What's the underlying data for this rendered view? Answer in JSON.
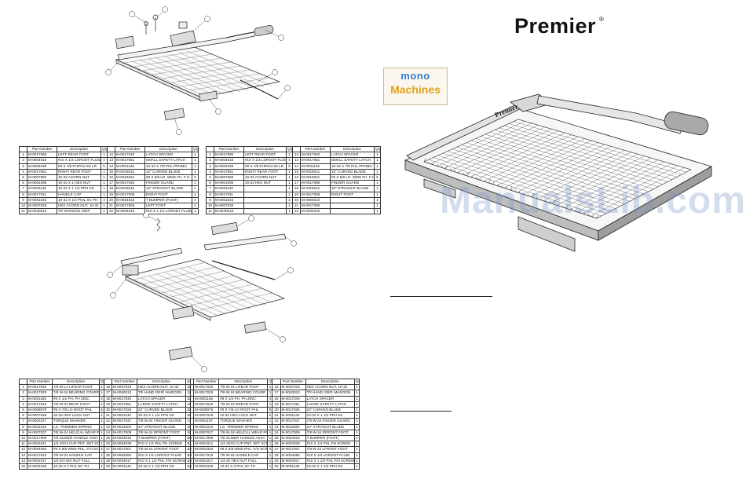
{
  "brand": {
    "name": "Premier",
    "mark": "®"
  },
  "badge": {
    "top": "mono",
    "bottom": "Machines"
  },
  "watermark": "ManualsLib.com",
  "trimmer_label": "Premier",
  "parts_table_1": {
    "headers": [
      "Part Number",
      "Description",
      "Qty"
    ],
    "col1": [
      [
        "1",
        "M-0017060",
        "LEFT REAR FOOT",
        "1"
      ],
      [
        "2",
        "M-0004015",
        "#10 X 1/4 LOROOT FLUID",
        "4"
      ],
      [
        "3",
        "M-0004039",
        "#8 X 7/8 PHPAN HD LR",
        "5"
      ],
      [
        "4",
        "M-0017651",
        "RIGHT REAR FOOT",
        "1"
      ],
      [
        "5",
        "M-0007650",
        "10-32 ACORN NUT",
        "1"
      ],
      [
        "6",
        "M-0001095",
        "10-32 X 1 HEX NUT",
        "1"
      ],
      [
        "7",
        "M-0001145",
        "10-32 X 1 1/2 PPH SS",
        "1"
      ],
      [
        "8",
        "M-0017011",
        "HANDLE CAP",
        "1"
      ],
      [
        "9",
        "M-0001023",
        "10-32 X 1/2 PHIL SC PH",
        "3"
      ],
      [
        "10",
        "M-0007033",
        "HEX ACORN NUT, 10-32",
        "1"
      ],
      [
        "11",
        "M-0040013",
        "TR MAROON GRIP",
        "1"
      ]
    ],
    "col2": [
      [
        "12",
        "M-0017040",
        "LATCH SPACER",
        "1"
      ],
      [
        "13",
        "M-0017051",
        "SMALL SAFETY LATCH",
        "1"
      ],
      [
        "14",
        "M-0001145",
        "10-32 X 7/8 PHL PPHMG",
        "1"
      ],
      [
        "15",
        "M-0016012",
        "12\" CURVED BLADE",
        "1"
      ],
      [
        "16",
        "M-0016021",
        "#8 X 5/8 LR. WMS FH. F.H.",
        "5"
      ],
      [
        "17",
        "M-0017040",
        "FINGER GUARD",
        "1"
      ],
      [
        "18",
        "M-0016012",
        "12\" STRAIGHT BLADE",
        "1"
      ],
      [
        "19",
        "M-0017008",
        "RIGHT FOOT",
        "1"
      ],
      [
        "20",
        "M-0004010",
        "T BUMPER (FOOT)",
        "4"
      ],
      [
        "21",
        "M-0017005",
        "LEFT FOOT",
        "1"
      ],
      [
        "22",
        "M-0004016",
        "#10 X 1 1/2 LORODT FLUID",
        "1"
      ]
    ]
  },
  "parts_table_2": {
    "headers": [
      "Part Number",
      "Description",
      "Qty"
    ],
    "col1": [
      [
        "1",
        "M-0017060",
        "LEFT REAR FOOT",
        "1"
      ],
      [
        "2",
        "M-0004015",
        "#10 X 1/4 LOROOT FLUID",
        "4"
      ],
      [
        "3",
        "M-0004039",
        "#8 X 7/8 PHPAN HD LR",
        "5"
      ],
      [
        "4",
        "M-0017651",
        "RIGHT REAR FOOT",
        "1"
      ],
      [
        "5",
        "M-0007650",
        "10-32 ACORN NUT",
        "1"
      ],
      [
        "6",
        "M-0001095",
        "10-32 HEX NUT",
        "1"
      ],
      [
        "7",
        "M-0001145",
        "",
        "1"
      ],
      [
        "8",
        "M-0017011",
        "",
        "1"
      ],
      [
        "9",
        "M-0001023",
        "",
        "3"
      ],
      [
        "10",
        "M-0007033",
        "",
        "1"
      ],
      [
        "11",
        "M-0040013",
        "",
        "1"
      ]
    ],
    "col2": [
      [
        "12",
        "M-0017040",
        "LATCH SPACER",
        "1"
      ],
      [
        "13",
        "M-0017051",
        "SMALL SAFETY LATCH",
        "1"
      ],
      [
        "14",
        "M-0001145",
        "10-32 X 7/8 PHL PPHMG",
        "1"
      ],
      [
        "15",
        "M-0016012",
        "15\" CURVED BLADE",
        "1"
      ],
      [
        "16",
        "M-0016021",
        "#8 X 5/8 LR. WMS FH. F.H.",
        "5"
      ],
      [
        "17",
        "M-0017098",
        "FINGER GUARD",
        "1"
      ],
      [
        "18",
        "M-0016012",
        "15\" STRAIGHT BLADE",
        "1"
      ],
      [
        "19",
        "M-0017008",
        "RIGHT FOOT",
        "1"
      ],
      [
        "20",
        "M-0004010",
        "",
        "4"
      ],
      [
        "21",
        "M-0017005",
        "",
        "1"
      ],
      [
        "22",
        "M-0004016",
        "",
        "1"
      ]
    ]
  },
  "parts_table_3": {
    "headers": [
      "Part Number",
      "Description",
      "Qty"
    ],
    "col1": [
      [
        "1",
        "M-0017040",
        "7/8 W-LA LIFEAR FOOT",
        "1"
      ],
      [
        "2",
        "M-0017025",
        "7/8 W-24 BEARING COVER",
        "1"
      ],
      [
        "3",
        "M-0001155",
        "#8 X 1/2 PH. PH ZINC",
        "4"
      ],
      [
        "4",
        "M-0017619",
        "7/8 W-24 REAR FOOT",
        "1"
      ],
      [
        "5",
        "M-0008076",
        "#8 X 7/8 LO ROOT PHL",
        "5"
      ],
      [
        "6",
        "M-0007026",
        "10-32 HEX LOCK NUT",
        "1"
      ],
      [
        "7",
        "M-0001107",
        "TORQUE WASHER",
        "1"
      ],
      [
        "8",
        "M-0001010",
        "LG. TRIMMER SPRING",
        "1"
      ],
      [
        "9",
        "M-0007027",
        "7/8 W-24 HELICAL WEAR PAD",
        "1"
      ],
      [
        "10",
        "M-0017006",
        "7/8 SLIDER HANDLE ASSY",
        "1"
      ],
      [
        "11",
        "M-0001041",
        "1/4-20X3 CUP PNT. SET SCREW",
        "1"
      ],
      [
        "12",
        "M-0004063",
        "#8 X 5/8 WMS PHL. F/H SCREW",
        "4"
      ],
      [
        "13",
        "M-0017015",
        "7/8 W-24 HANDLE CAP",
        "1"
      ],
      [
        "14",
        "M-0001017",
        "1/4-20 HEX NUT FULL",
        "1"
      ],
      [
        "15",
        "M-0001026",
        "10-32 X 3 PHL SC TH",
        "1"
      ]
    ],
    "col2": [
      [
        "16",
        "M-0007033",
        "HEX ACORN NUT, 10-32",
        "1"
      ],
      [
        "17",
        "M-0040013",
        "TR HAND GRIP, MAROON",
        "1"
      ],
      [
        "18",
        "M-0017040",
        "LATCH SPACER",
        "1"
      ],
      [
        "19",
        "M-0017051",
        "LARGE SAFETY LATCH",
        "1"
      ],
      [
        "20",
        "M-0017026",
        "24\" CURVED BLADE",
        "1"
      ],
      [
        "21",
        "M-0001145",
        "10-32 X 1 1/2 PPH SS",
        "1"
      ],
      [
        "22",
        "M-0017047",
        "7/8 W-24 FINGER GUARD",
        "1"
      ],
      [
        "23",
        "M-0016004",
        "24\" STRAIGHT BLADE",
        "1"
      ],
      [
        "24",
        "M-0017009",
        "7/8 W-24 RFRONT FOOT",
        "1"
      ],
      [
        "25",
        "M-0004010",
        "T BUMPER (FOOT)",
        "4"
      ],
      [
        "26",
        "M-0004039",
        "#10 X 1/4 PHL PH SCREW",
        "1"
      ],
      [
        "27",
        "M-0017007",
        "7/8 W-24 LFRONT FOOT",
        "1"
      ],
      [
        "28",
        "M-0004050",
        "#10 X 1/4 LOROOT FLUID",
        "1"
      ],
      [
        "29",
        "M-0004017",
        "#10 X 1 1/2 PHL F/H SCREW",
        "1"
      ],
      [
        "30",
        "M-0001145",
        "10-32 X 1 1/2 PPH SS",
        "1"
      ]
    ]
  },
  "parts_table_4": {
    "headers": [
      "Part Number",
      "Description",
      "Qty"
    ],
    "col1": [
      [
        "1",
        "M-0017040",
        "7/8 W-24 LIFEAR FOOT",
        "1"
      ],
      [
        "2",
        "M-0017025",
        "7/8 W-24 BEARING COVER",
        "1"
      ],
      [
        "3",
        "M-0001155",
        "#8 X 1/2 PH. PH ZINC",
        "4"
      ],
      [
        "4",
        "M-0017619",
        "7/8 W-24 RREAR FOOT",
        "1"
      ],
      [
        "5",
        "M-0008076",
        "#8 X 7/8 LO ROOT PHL",
        "5"
      ],
      [
        "6",
        "M-0007026",
        "10-32 HEX LOCK NUT",
        "1"
      ],
      [
        "7",
        "M-0001107",
        "TORQUE WASHER",
        "1"
      ],
      [
        "8",
        "M-0001010",
        "LG. TRIMMER SPRING",
        "1"
      ],
      [
        "9",
        "M-0007027",
        "7/8 W-24 HELICAL WEAR PAD",
        "1"
      ],
      [
        "10",
        "M-0017006",
        "7/8 SLIDER HANDLE ASSY",
        "1"
      ],
      [
        "11",
        "M-0001041",
        "1/4-20X3 CUP PNT. SET SCREW",
        "1"
      ],
      [
        "12",
        "M-0004063",
        "#8 X 5/8 WMS PHL. F/H SCREW",
        "4"
      ],
      [
        "13",
        "M-0017015",
        "7/8 W-24 HANDLE CAP",
        "1"
      ],
      [
        "14",
        "M-0001017",
        "1/4-20 HEX NUT FULL",
        "1"
      ],
      [
        "15",
        "M-0001026",
        "10-32 X 3 PHL SC TH",
        "1"
      ]
    ],
    "col2": [
      [
        "16",
        "M-0007033",
        "HEX ACORN NUT, 10-32",
        "1"
      ],
      [
        "17",
        "M-0040013",
        "TR HAND GRIP, MAROON",
        "1"
      ],
      [
        "18",
        "M-0017040",
        "LATCH SPACER",
        "1"
      ],
      [
        "19",
        "M-0017051",
        "LARGE SAFETY LATCH",
        "1"
      ],
      [
        "20",
        "M-0017026",
        "24\" CURVED BLADE",
        "1"
      ],
      [
        "21",
        "M-0001145",
        "10-32 X 1 1/2 PPH SS",
        "1"
      ],
      [
        "22",
        "M-0017047",
        "7/8 W-24 FINGER GUARD",
        "1"
      ],
      [
        "23",
        "M-0016004",
        "24\" STRAIGHT BLADE",
        "1"
      ],
      [
        "24",
        "M-0017009",
        "7/8 W-24 RFRONT FOOT",
        "1"
      ],
      [
        "25",
        "M-0004010",
        "T BUMPER (FOOT)",
        "4"
      ],
      [
        "26",
        "M-0004039",
        "#10 X 1/4 PHL PH SCREW",
        "1"
      ],
      [
        "27",
        "M-0017007",
        "7/8 W-24 LFRONT FOOT",
        "1"
      ],
      [
        "28",
        "M-0004050",
        "#10 X 1/4 LOROOT FLUID",
        "1"
      ],
      [
        "29",
        "M-0004017",
        "#10 X 1 1/2 PHL F/H SCREW",
        "1"
      ],
      [
        "30",
        "M-0001145",
        "10-32 X 1 1/2 PPH SS",
        "1"
      ]
    ]
  }
}
